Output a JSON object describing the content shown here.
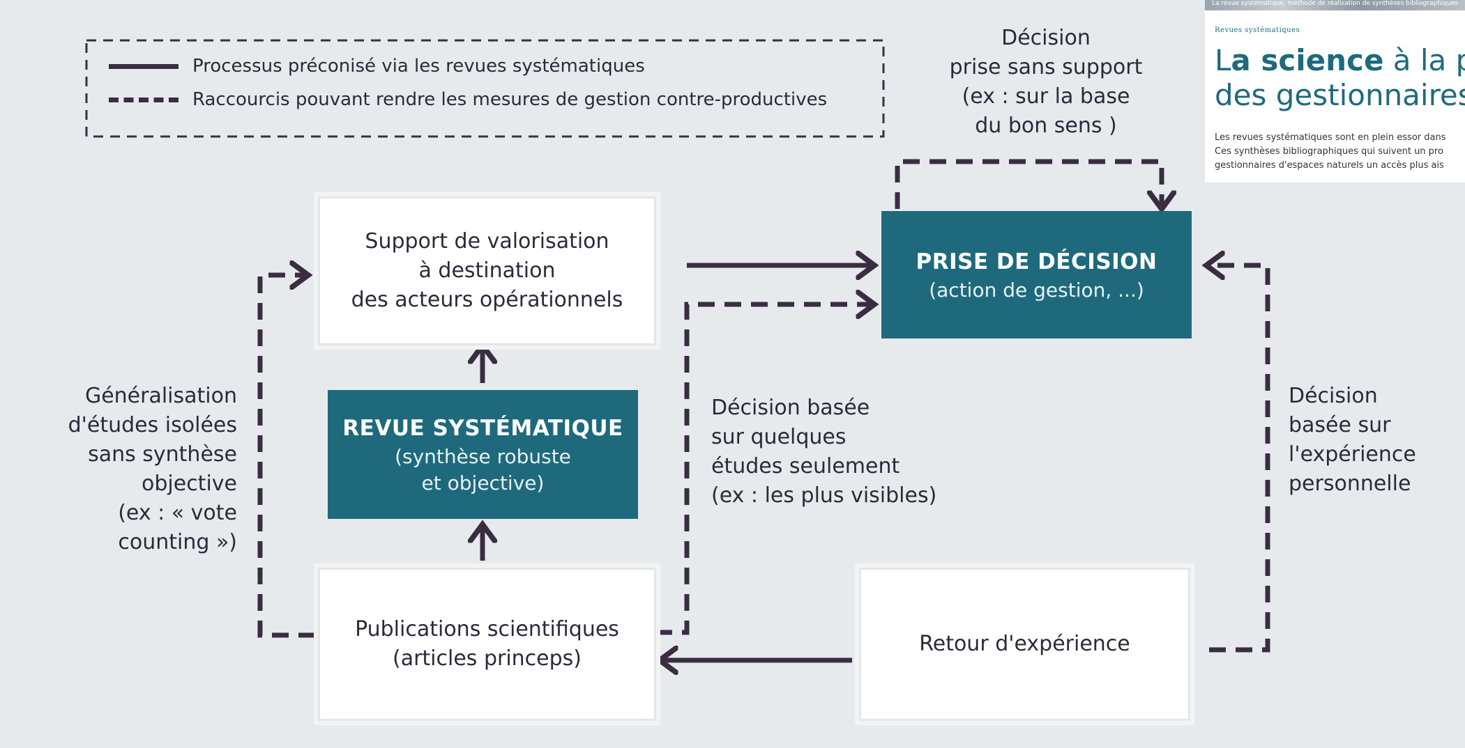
{
  "legend": {
    "solid_label": "Processus préconisé via les revues systématiques",
    "dashed_label": "Raccourcis pouvant rendre les mesures de gestion contre-productives"
  },
  "boxes": {
    "support": "Support de valorisation\nà destination\ndes acteurs opérationnels",
    "prise_title": "PRISE DE DÉCISION",
    "prise_sub": "(action de gestion, ...)",
    "revue_title": "REVUE SYSTÉMATIQUE",
    "revue_sub": "(synthèse robuste\net objective)",
    "publications": "Publications scientifiques\n(articles princeps)",
    "retour": "Retour d'expérience"
  },
  "labels": {
    "decision_sans_support": "Décision\nprise sans support\n(ex : sur la base\ndu bon sens )",
    "generalisation": "Généralisation\nd'études isolées\nsans synthèse\nobjective\n(ex : « vote\ncounting »)",
    "decision_quelques": "Décision basée\nsur quelques\nétudes seulement\n(ex : les plus visibles)",
    "decision_experience": "Décision\nbasée sur\nl'expérience\npersonnelle"
  },
  "article": {
    "caption": "La revue systématique, méthode de réalisation de synthèses bibliographiques",
    "section": "Revues systématiques",
    "headline_start": "L",
    "headline_bold": "a science",
    "headline_rest": " à la portée",
    "headline_line2": "des gestionnaires",
    "body": "Les revues systématiques sont en plein essor dans\nCes synthèses bibliographiques qui suivent un pro\ngestionnaires d'espaces naturels un accès plus ais"
  },
  "colors": {
    "background": "#e7eaed",
    "teal": "#1e6a7c",
    "arrow": "#3a2d42"
  }
}
